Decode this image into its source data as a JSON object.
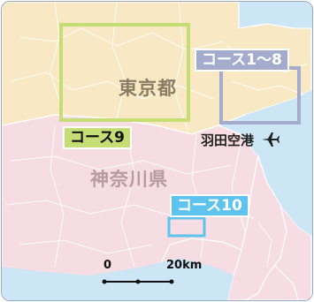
{
  "map": {
    "prefecture_tokyo": "東京都",
    "prefecture_kanagawa": "神奈川県",
    "airport_label": "羽田空港",
    "airport_icon": "airplane-icon",
    "courses": {
      "course_9": "コース9",
      "course_1_8": "コース1〜8",
      "course_10": "コース10"
    },
    "scale": {
      "start": "0",
      "end": "20km"
    },
    "colors": {
      "sea": "#cde6f5",
      "tokyo": "#f8e8c4",
      "kanagawa": "#f6dde3",
      "course_9": "#c6dd75",
      "course_1_8": "#a4abcd",
      "course_10": "#5ec4ee"
    }
  }
}
